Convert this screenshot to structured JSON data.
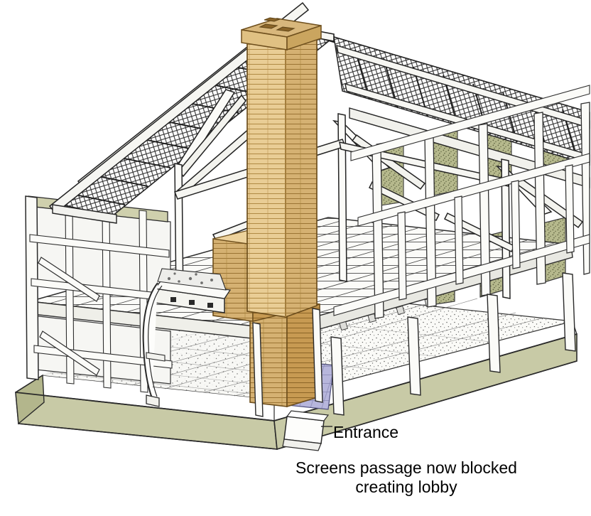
{
  "figure": {
    "kind": "architectural-cutaway-illustration",
    "subject": "Timber framed hall house with inserted chimney stack",
    "background_color": "#ffffff"
  },
  "annotations": {
    "entrance_label": "Entrance",
    "caption_line_1": "Screens passage now blocked",
    "caption_line_2": "creating lobby"
  },
  "palette": {
    "ink": "#1a1a1a",
    "ink_soft": "#3b3b3b",
    "paper": "#ffffff",
    "brick_light": "#e9cd95",
    "brick_mid": "#dcb877",
    "brick_dark": "#c79a52",
    "brick_shadow": "#a87c3c",
    "brick_line": "#8a6428",
    "plinth_green": "#c8caa6",
    "plinth_green_dark": "#b3b68c",
    "daub_green": "#b6b98d",
    "daub_green_dark": "#a3a778",
    "timber_light": "#fbfbf8",
    "timber_shade": "#e4e4df",
    "plaster": "#f7f7f4",
    "floor_pale": "#f6f6f3",
    "lobby_blue": "#b7b6dc",
    "lobby_blue_dark": "#9f9ecb"
  },
  "structure": {
    "roof": {
      "name": "open-truss-roof",
      "description": "Double pitched roof shown stripped to rafters, purlins and battens with hatched infill"
    },
    "chimney": {
      "name": "central-brick-chimney-stack",
      "description": "Tall brick stack rising through the ridge with corbelled breast and ground floor fireplace"
    },
    "floors": [
      {
        "name": "first-floor-deck",
        "description": "Inserted boarded upper floor on joists"
      },
      {
        "name": "ground-floor",
        "description": "Stippled paved ground floor surface"
      }
    ],
    "walls": [
      {
        "name": "left-gable-wall",
        "infill": "plaster"
      },
      {
        "name": "rear-wall",
        "infill": "wattle-and-daub"
      },
      {
        "name": "right-gable-wall",
        "infill": "wattle-and-daub"
      }
    ],
    "features": [
      {
        "name": "screen-partition",
        "description": "Curved timber screen beside the fireplace"
      },
      {
        "name": "entrance-threshold",
        "description": "Doorstep block at the blocked screens passage"
      },
      {
        "name": "lobby-paving",
        "description": "Lavender paved lobby area inside the entrance"
      },
      {
        "name": "plinth",
        "description": "Green stone plinth / ground sill beam around the base"
      }
    ]
  }
}
